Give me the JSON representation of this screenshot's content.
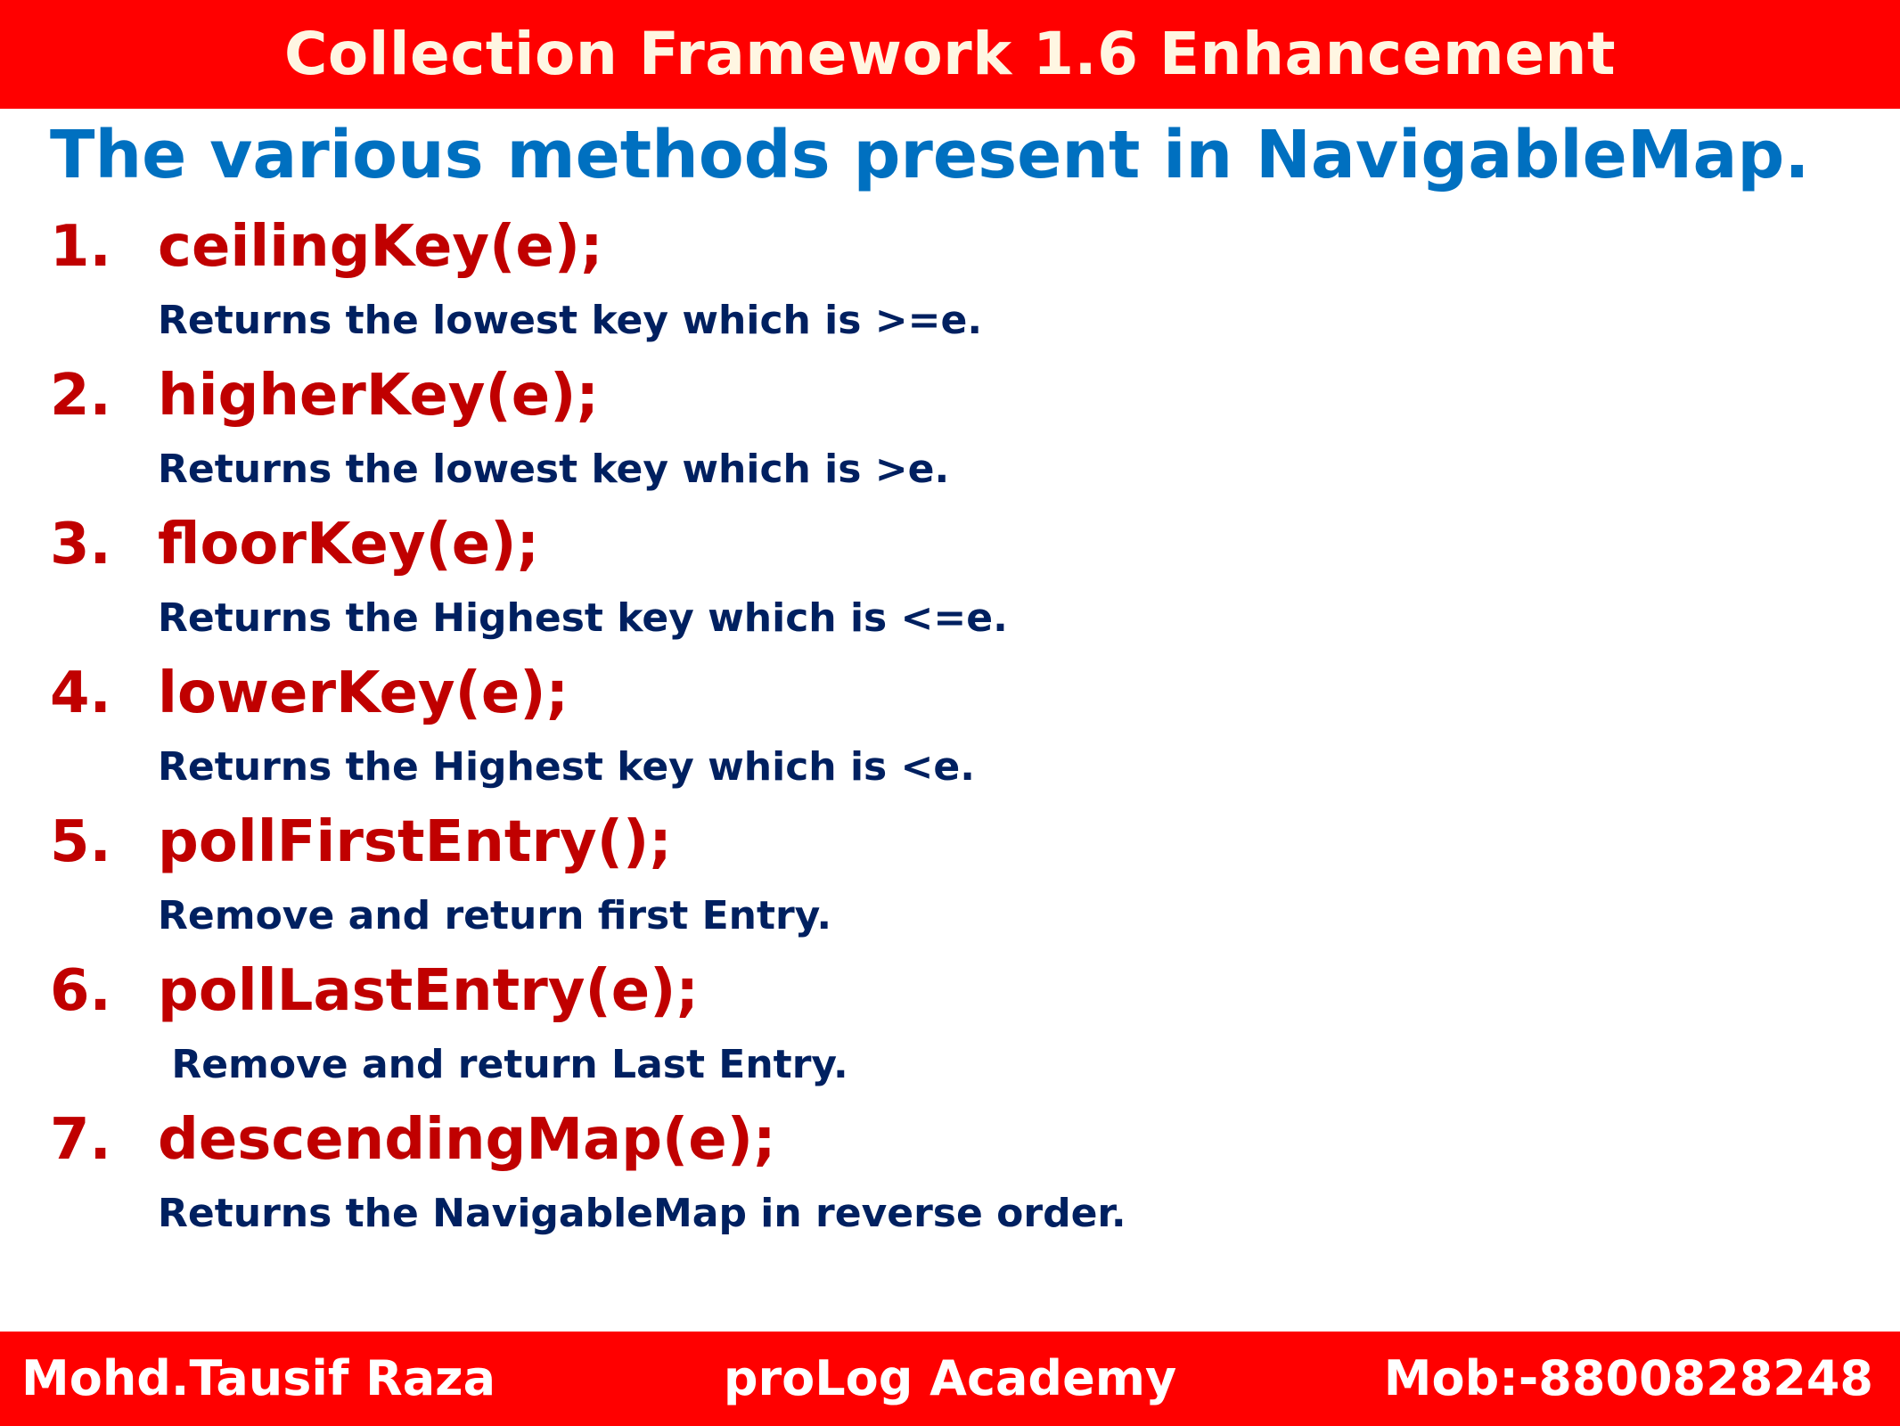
{
  "header": {
    "banner_title": "Collection Framework 1.6 Enhancement"
  },
  "main": {
    "heading": "The various methods present in NavigableMap.",
    "methods": [
      {
        "number": "1.",
        "name": "ceilingKey(e);",
        "description": "Returns the lowest key which is >=e."
      },
      {
        "number": "2.",
        "name": "higherKey(e);",
        "description": "Returns the lowest key which is >e."
      },
      {
        "number": "3.",
        "name": "floorKey(e);",
        "description": "Returns the Highest key which is <=e."
      },
      {
        "number": "4.",
        "name": "lowerKey(e);",
        "description": "Returns the Highest key which is <e."
      },
      {
        "number": "5.",
        "name": "pollFirstEntry();",
        "description": "Remove and return first Entry."
      },
      {
        "number": "6.",
        "name": "pollLastEntry(e);",
        "description": " Remove and return Last Entry."
      },
      {
        "number": "7.",
        "name": "descendingMap(e);",
        "description": "Returns the NavigableMap in reverse order."
      }
    ]
  },
  "footer": {
    "author": "Mohd.Tausif Raza",
    "academy": "proLog Academy",
    "mobile": "Mob:-8800828248"
  },
  "colors": {
    "banner_red": "#ff0000",
    "heading_blue": "#0070c0",
    "method_red": "#c00000",
    "description_navy": "#002060"
  }
}
